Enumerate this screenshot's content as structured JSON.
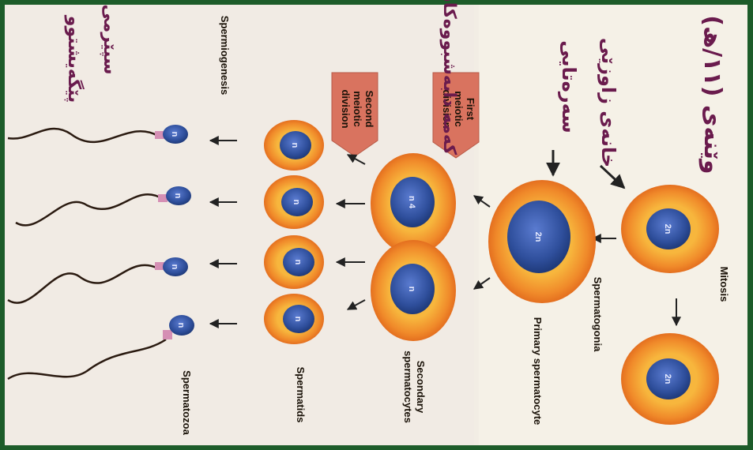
{
  "labels": {
    "mitosis": "Mitosis",
    "spermatogonia": "Spermatogonia",
    "primary": "Primary spermatocyte",
    "secondary_1": "Secondary",
    "secondary_2": "spermatocytes",
    "spermatids": "Spermatids",
    "spermatozoa": "Spermatozoa",
    "spermiogenesis": "Spermiogenesis",
    "first_div_1": "First",
    "first_div_2": "meiotic",
    "first_div_3": "division",
    "second_div_1": "Second",
    "second_div_2": "meiotic",
    "second_div_3": "division"
  },
  "ploidy": {
    "diploid": "2n",
    "haploid": "n",
    "haploid_double": "n 4"
  },
  "annotations": {
    "title": "وێنەی (١١/ھ)",
    "testis_cells_1": "خانەی زاوزێی",
    "testis_cells_2": "سەرەتایی",
    "secondary_cells": "کەمە دابەشبووەکان",
    "sperm_1": "سپێرمی",
    "sperm_2": "پێگەیشتوو"
  },
  "colors": {
    "background": "#f6f3ea",
    "frame": "#1d5c2a",
    "cell_outer": "#f08a2a",
    "cell_inner": "#f2b13a",
    "nucleus": "#2e4d99",
    "arrow_fill": "#d9735f",
    "annotation_text": "#6a1b4d"
  }
}
